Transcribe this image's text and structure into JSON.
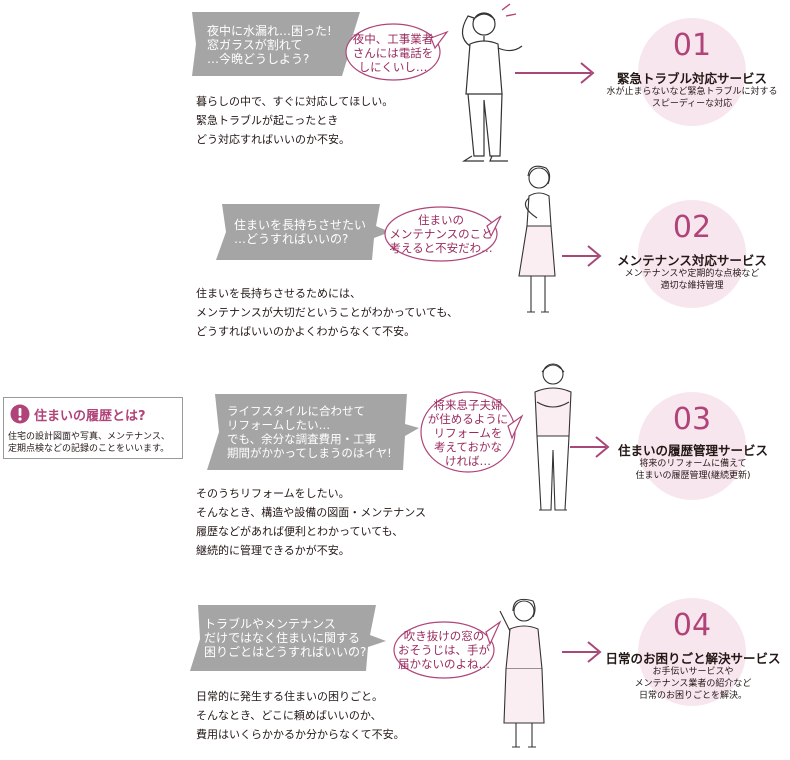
{
  "colors": {
    "accent": "#b04479",
    "bubble_gray": "#a5a5a5",
    "circle_bg": "#f8e6ee",
    "arrow": "#a8477a"
  },
  "info_box": {
    "icon": "exclamation-icon",
    "title": "住まいの履歴とは?",
    "text": "住宅の設計図面や写真、メンテナンス、\n定期点検などの記録のことをいいます。"
  },
  "sections": [
    {
      "gray_bubble": "夜中に水漏れ…困った!\n窓ガラスが割れて\n…今晩どうしよう?",
      "pink_bubble": "夜中、工事業者\nさんには電話を\nしにくいし…",
      "description": "暮らしの中で、すぐに対応してほしい。\n緊急トラブルが起こったとき\nどう対応すればいいのか不安。",
      "number": "01",
      "service_title": "緊急トラブル対応サービス",
      "service_desc": "水が止まらないなど緊急トラブルに対する\nスピーディーな対応"
    },
    {
      "gray_bubble": "住まいを長持ちさせたい\n…どうすればいいの?",
      "pink_bubble": "住まいの\nメンテナンスのこと\n考えると不安だわ…",
      "description": "住まいを長持ちさせるためには、\nメンテナンスが大切だということがわかっていても、\nどうすればいいのかよくわからなくて不安。",
      "number": "02",
      "service_title": "メンテナンス対応サービス",
      "service_desc": "メンテナンスや定期的な点検など\n適切な維持管理"
    },
    {
      "gray_bubble": "ライフスタイルに合わせて\nリフォームしたい…\nでも、余分な調査費用・工事\n期間がかかってしまうのはイヤ!",
      "pink_bubble": "将来息子夫婦\nが住めるように\nリフォームを\n考えておかな\nければ…",
      "description": "そのうちリフォームをしたい。\nそんなとき、構造や設備の図面・メンテナンス\n履歴などがあれば便利とわかっていても、\n継続的に管理できるかが不安。",
      "number": "03",
      "service_title": "住まいの履歴管理サービス",
      "service_desc": "将来のリフォームに備えて\n住まいの履歴管理(継続更新)"
    },
    {
      "gray_bubble": "トラブルやメンテナンス\nだけではなく住まいに関する\n困りごとはどうすればいいの?",
      "pink_bubble": "吹き抜けの窓の\nおそうじは、手が\n届かないのよね…",
      "description": "日常的に発生する住まいの困りごと。\nそんなとき、どこに頼めばいいのか、\n費用はいくらかかるか分からなくて不安。",
      "number": "04",
      "service_title": "日常のお困りごと解決サービス",
      "service_desc": "お手伝いサービスや\nメンテナンス業者の紹介など\n日常のお困りごとを解決。"
    }
  ]
}
